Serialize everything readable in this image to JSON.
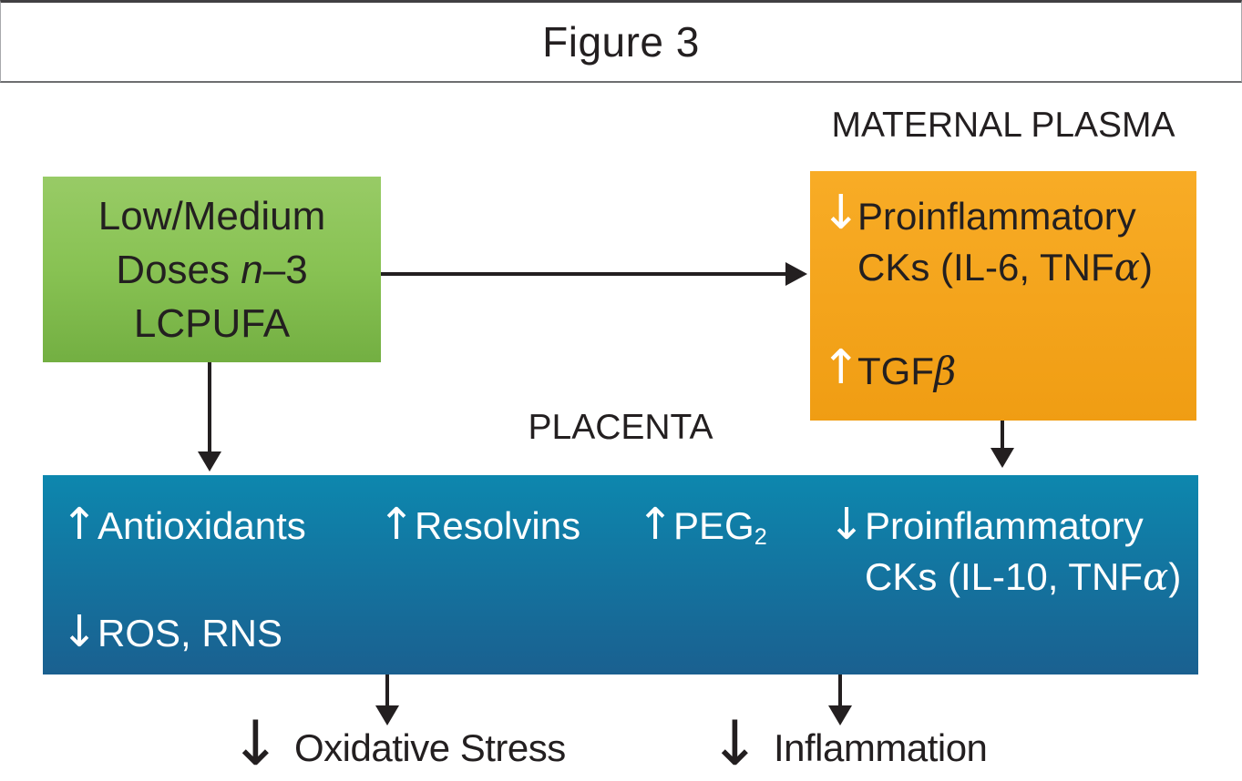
{
  "figure": {
    "title": "Figure 3"
  },
  "colors": {
    "ink": "#231f20",
    "white": "#ffffff",
    "green_top": "#98cb66",
    "green_bottom": "#73af42",
    "orange_top": "#f8ac26",
    "orange_bottom": "#f09d13",
    "blue_top": "#0d87ae",
    "blue_bottom": "#1a6090"
  },
  "source_box": {
    "line1": "Low/Medium",
    "line2_pre": "Doses ",
    "line2_italic": "n",
    "line2_post": "–3",
    "line3": "LCPUFA"
  },
  "maternal": {
    "label": "MATERNAL PLASMA",
    "item_cks": {
      "arrow": "↓",
      "line1": "Proinflammatory",
      "line2_pre": "CKs (IL-6, TNF",
      "line2_greek": "α",
      "line2_post": ")"
    },
    "item_tgf": {
      "arrow": "↑",
      "pre": "TGF",
      "greek": "β"
    }
  },
  "placenta": {
    "label": "PLACENTA",
    "item_antioxidants": {
      "arrow": "↑",
      "label": "Antioxidants"
    },
    "item_resolvins": {
      "arrow": "↑",
      "label": "Resolvins"
    },
    "item_peg2": {
      "arrow": "↑",
      "pre": "PEG",
      "sub": "2"
    },
    "item_cks": {
      "arrow": "↓",
      "line1": "Proinflammatory",
      "line2_pre": "CKs (IL-10, TNF",
      "line2_greek": "α",
      "line2_post": ")"
    },
    "item_ros": {
      "arrow": "↓",
      "label": "ROS, RNS"
    }
  },
  "outcomes": {
    "oxidative_stress": {
      "arrow": "↓",
      "label": "Oxidative Stress"
    },
    "inflammation": {
      "arrow": "↓",
      "label": "Inflammation"
    }
  }
}
